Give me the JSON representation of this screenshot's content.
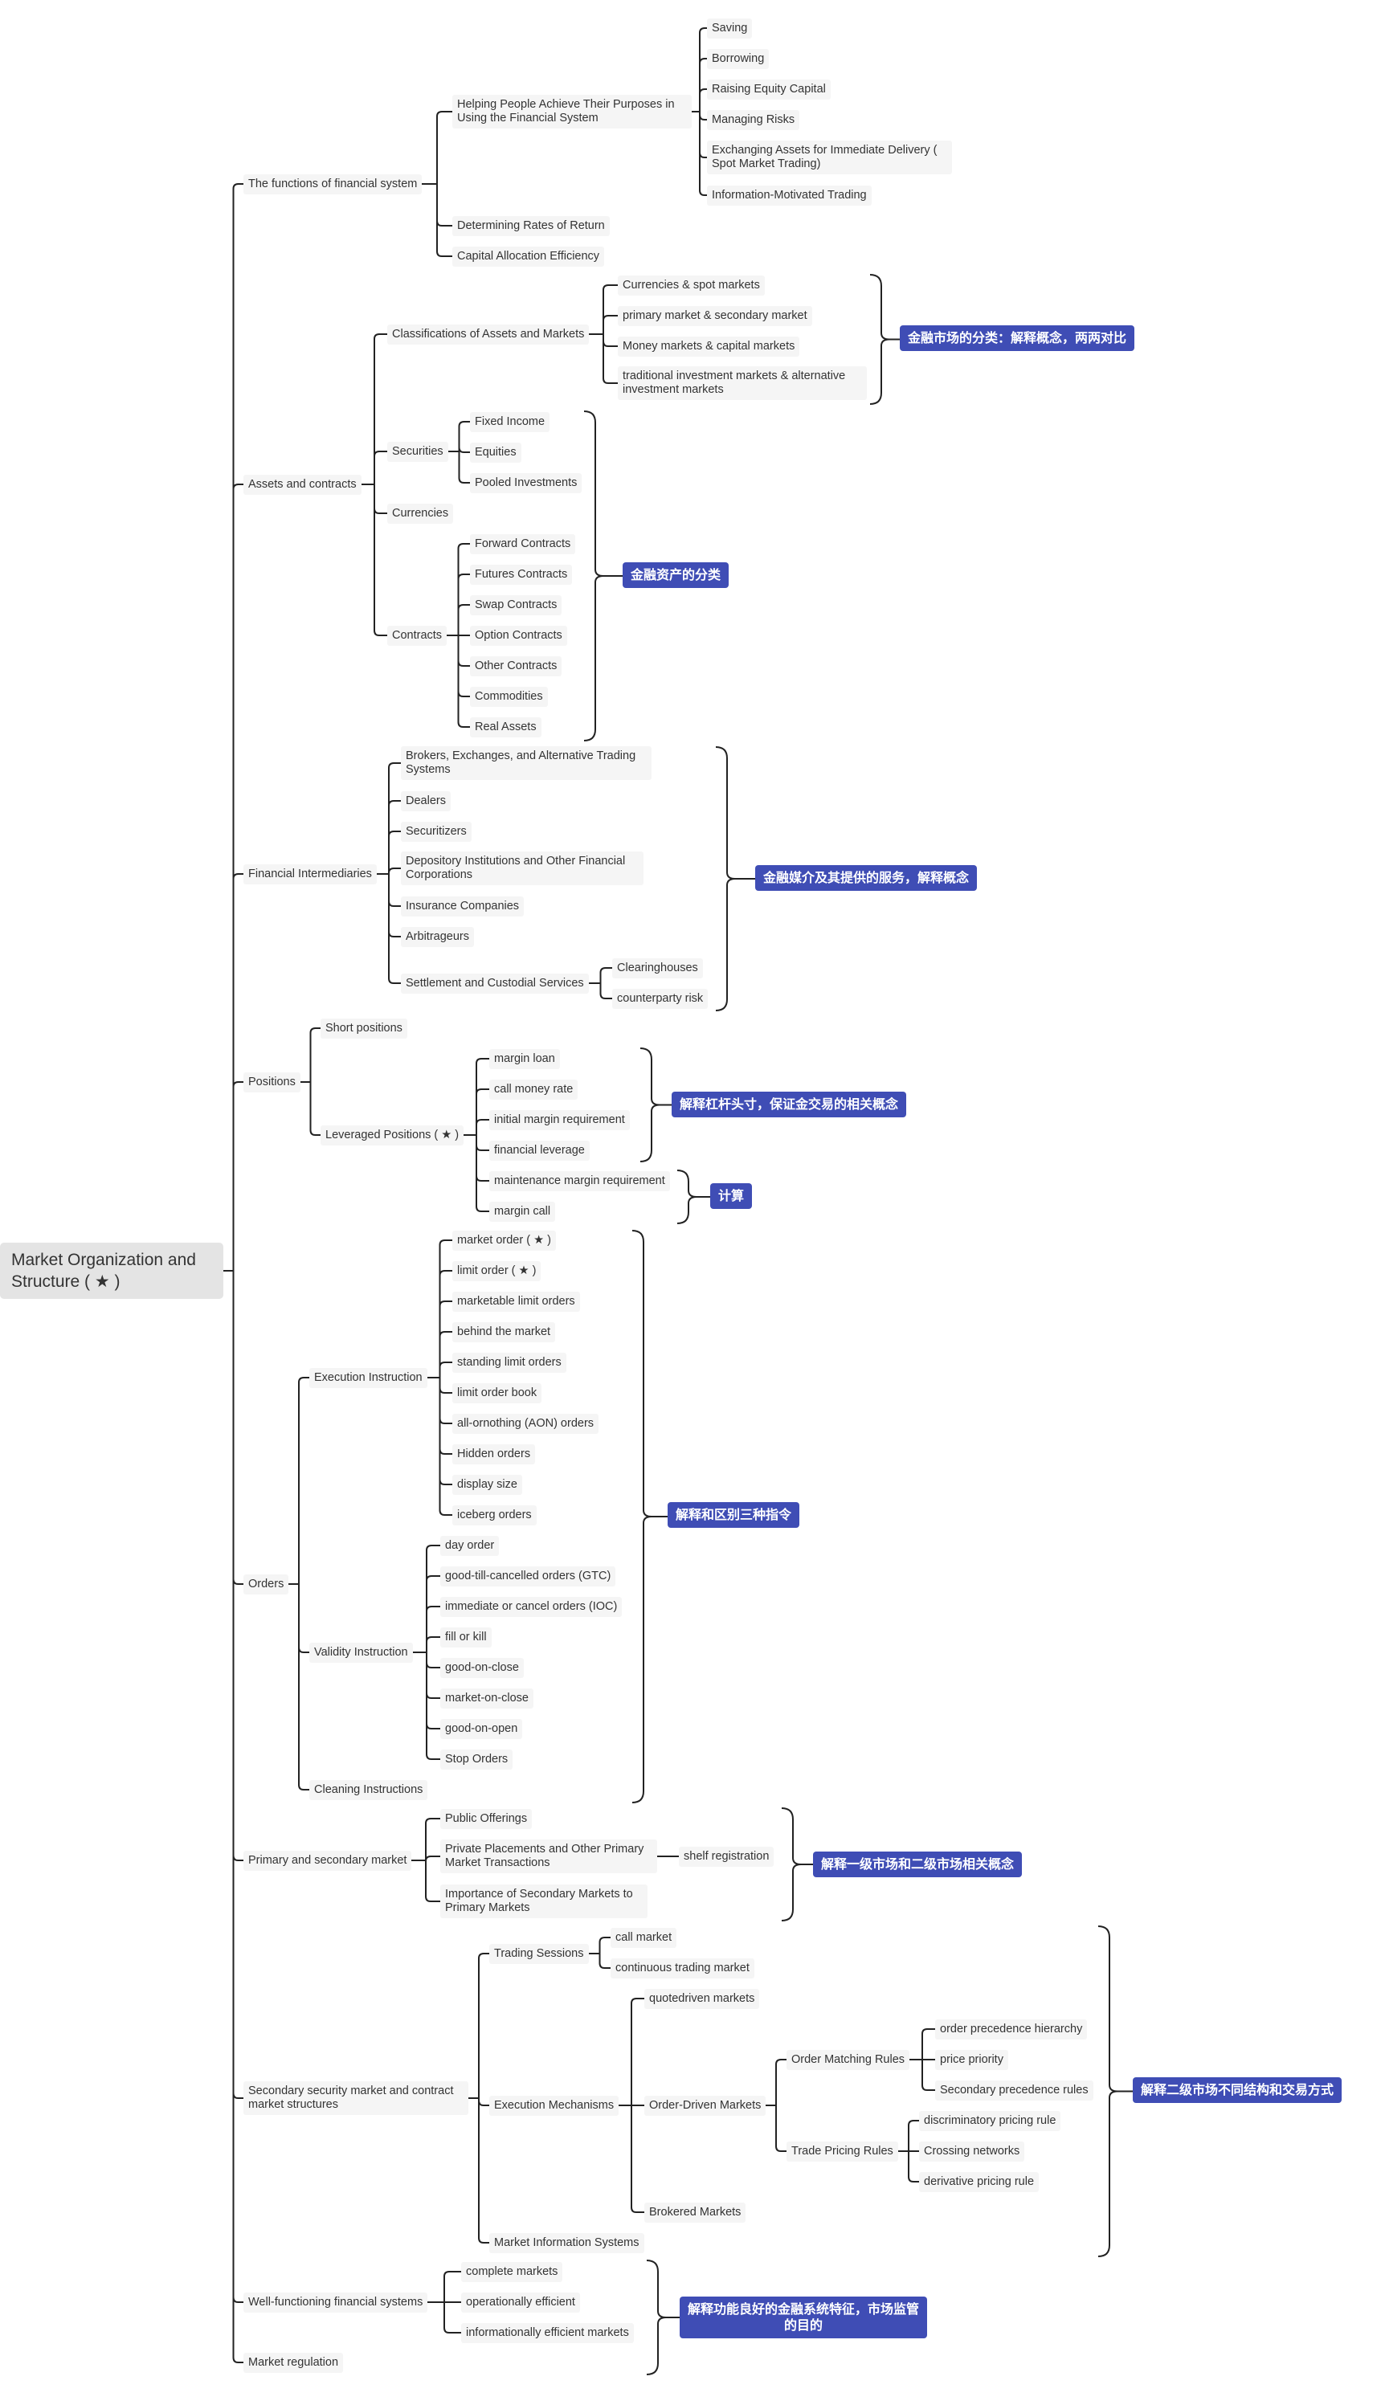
{
  "root": "Market Organization and Structure ( ★ )",
  "n": {
    "functions": "The functions of financial system",
    "helping": "Helping People Achieve Their Purposes in Using the Financial System",
    "saving": "Saving",
    "borrowing": "Borrowing",
    "raising": "Raising Equity Capital",
    "managing": "Managing Risks",
    "exchanging": "Exchanging Assets for Immediate Delivery ( Spot Market Trading)",
    "info_trading": "Information-Motivated Trading",
    "determining": "Determining Rates of Return",
    "capital_alloc": "Capital Allocation Efficiency",
    "assets": "Assets and contracts",
    "classifications": "Classifications of Assets and Markets",
    "currencies_spot": "Currencies &  spot markets",
    "primary_secondary": "primary market & secondary market",
    "money_capital": "Money markets & capital markets",
    "traditional": "traditional investment markets & alternative investment markets",
    "securities": "Securities",
    "fixed_income": "Fixed Income",
    "equities": "Equities",
    "pooled": "Pooled Investments",
    "currencies": "Currencies",
    "contracts": "Contracts",
    "forward": "Forward Contracts",
    "futures": "Futures Contracts",
    "swap": "Swap Contracts",
    "option": "Option Contracts",
    "other_contracts": "Other Contracts",
    "commodities": "Commodities",
    "real_assets": "Real Assets",
    "intermediaries": "Financial Intermediaries",
    "brokers": "Brokers, Exchanges, and Alternative Trading Systems",
    "dealers": "Dealers",
    "securitizers": "Securitizers",
    "depository": "Depository Institutions and Other Financial Corporations",
    "insurance": "Insurance Companies",
    "arbitrageurs": "Arbitrageurs",
    "settlement": "Settlement and Custodial Services",
    "clearinghouses": "Clearinghouses",
    "counterparty": "counterparty risk",
    "positions": "Positions",
    "short": "Short positions",
    "leveraged": "Leveraged Positions ( ★ )",
    "margin_loan": "margin loan",
    "call_money": "call money rate",
    "initial_margin": "initial margin requirement",
    "fin_leverage": "financial leverage",
    "maintenance": "maintenance margin requirement",
    "margin_call": "margin call",
    "orders": "Orders",
    "execution_instr": "Execution Instruction",
    "market_order": "market order ( ★ )",
    "limit_order": "limit order ( ★ )",
    "marketable": "marketable limit orders",
    "behind": "behind the market",
    "standing": "standing limit orders",
    "book": "limit order book",
    "aon": "all-ornothing (AON) orders",
    "hidden": "Hidden orders",
    "display": "display size",
    "iceberg": "iceberg orders",
    "validity": "Validity Instruction",
    "day_order": "day order",
    "gtc": "good-till-cancelled orders (GTC)",
    "ioc": "immediate or cancel orders (IOC)",
    "fill_kill": "fill or kill",
    "good_close": "good-on-close",
    "market_close": "market-on-close",
    "good_open": "good-on-open",
    "stop": "Stop Orders",
    "cleaning": "Cleaning Instructions",
    "primary_mkt": "Primary and secondary market",
    "public": "Public Offerings",
    "private": "Private Placements and Other Primary Market Transactions",
    "shelf": "shelf registration",
    "importance": "Importance of Secondary Markets to Primary Markets",
    "secondary_struct": "Secondary security market and contract market structures",
    "sessions": "Trading Sessions",
    "call_market": "call market",
    "continuous": "continuous trading market",
    "exec_mech": "Execution Mechanisms",
    "quote": "quotedriven markets",
    "order_driven": "Order-Driven Markets",
    "matching": "Order Matching Rules",
    "precedence": "order precedence hierarchy",
    "price_priority": "price priority",
    "sec_prec": "Secondary precedence rules",
    "pricing": "Trade Pricing Rules",
    "discriminatory": "discriminatory pricing rule",
    "crossing": "Crossing networks",
    "derivative": "derivative pricing rule",
    "brokered": "Brokered Markets",
    "info_systems": "Market Information Systems",
    "well_functioning": "Well-functioning financial systems",
    "complete": "complete markets",
    "operational": "operationally efficient",
    "informational": "informationally efficient markets",
    "regulation": "Market regulation"
  },
  "notes": {
    "classification": "金融市场的分类：解释概念，两两对比",
    "assets_class": "金融资产的分类",
    "intermediaries": "金融媒介及其提供的服务，解释概念",
    "leverage": "解释杠杆头寸，保证金交易的相关概念",
    "calc": "计算",
    "orders": "解释和区别三种指令",
    "primary": "解释一级市场和二级市场相关概念",
    "secondary": "解释二级市场不同结构和交易方式",
    "well": "解释功能良好的金融系统特征，市场监管的目的"
  },
  "colors": {
    "note_bg": "#3f4db5",
    "node_bg": "#f5f5f5",
    "line": "#222222"
  }
}
